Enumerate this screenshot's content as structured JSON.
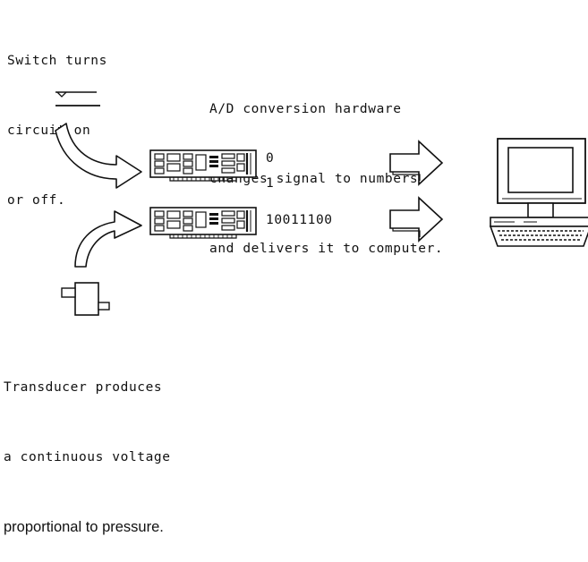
{
  "switch_caption": {
    "line1": "Switch turns",
    "line2": "circuit on",
    "line3": "or off."
  },
  "ad_caption": {
    "line1": "A/D conversion hardware",
    "line2": "changes signal to numbers",
    "line3": "and delivers it to computer."
  },
  "digital_values": {
    "switch_off": "0",
    "switch_on": "1",
    "transducer": "10011100"
  },
  "transducer_caption": {
    "line1": "Transducer produces",
    "line2": "a continuous voltage",
    "line3": "proportional to pressure."
  },
  "icons": {
    "switch": "switch-icon",
    "card": "ad-card-icon",
    "arrow": "block-arrow-icon",
    "computer": "computer-icon",
    "transducer": "transducer-icon"
  }
}
